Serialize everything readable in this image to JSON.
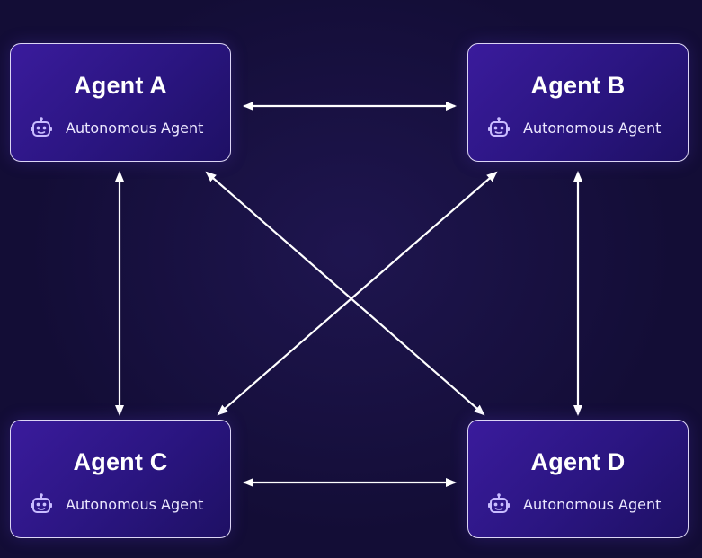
{
  "diagram": {
    "agents": [
      {
        "id": "a",
        "name": "Agent A",
        "role": "Autonomous Agent",
        "icon": "robot-icon"
      },
      {
        "id": "b",
        "name": "Agent B",
        "role": "Autonomous Agent",
        "icon": "robot-icon"
      },
      {
        "id": "c",
        "name": "Agent C",
        "role": "Autonomous Agent",
        "icon": "robot-icon"
      },
      {
        "id": "d",
        "name": "Agent D",
        "role": "Autonomous Agent",
        "icon": "robot-icon"
      }
    ],
    "connections": [
      {
        "from": "Agent A",
        "to": "Agent B",
        "direction": "bidirectional"
      },
      {
        "from": "Agent A",
        "to": "Agent C",
        "direction": "bidirectional"
      },
      {
        "from": "Agent A",
        "to": "Agent D",
        "direction": "bidirectional"
      },
      {
        "from": "Agent B",
        "to": "Agent C",
        "direction": "bidirectional"
      },
      {
        "from": "Agent B",
        "to": "Agent D",
        "direction": "bidirectional"
      },
      {
        "from": "Agent C",
        "to": "Agent D",
        "direction": "bidirectional"
      }
    ]
  },
  "colors": {
    "background": "#130d36",
    "card_fill": "#2a1580",
    "card_border": "#ebe6ff",
    "arrow": "#ffffff",
    "icon": "#c9bcff"
  }
}
